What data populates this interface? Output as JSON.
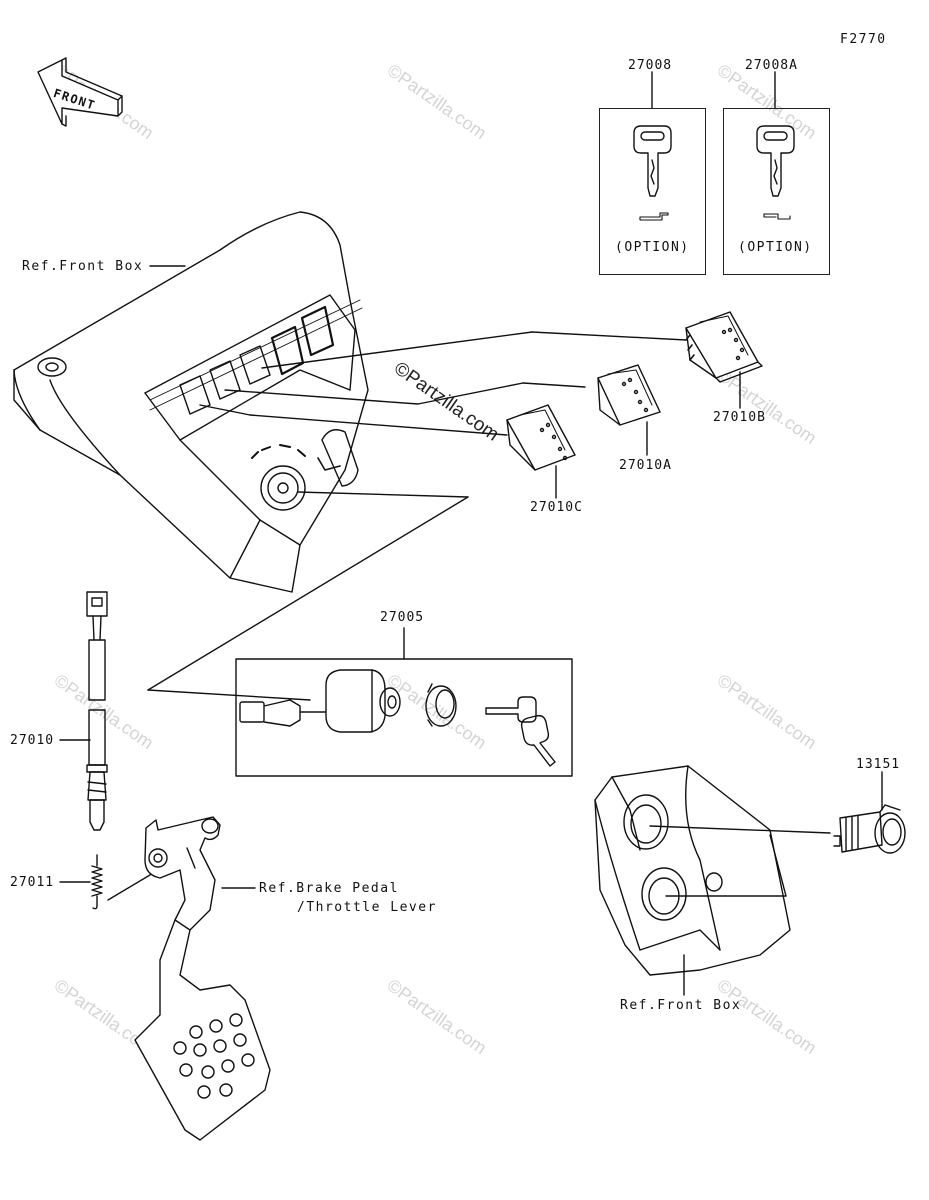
{
  "figure_code": "F2770",
  "front_arrow": "FRONT",
  "watermark": "©Partzilla.com",
  "watermark_main": "©Partzilla.com",
  "labels": {
    "ref_front_box_top": "Ref.Front Box",
    "ref_front_box_bottom": "Ref.Front Box",
    "ref_brake_pedal_line1": "Ref.Brake Pedal",
    "ref_brake_pedal_line2": "/Throttle Lever"
  },
  "parts": {
    "p27008": "27008",
    "p27008A": "27008A",
    "p27010B": "27010B",
    "p27010A": "27010A",
    "p27010C": "27010C",
    "p27005": "27005",
    "p27010": "27010",
    "p27011": "27011",
    "p13151": "13151"
  },
  "option_text": "(OPTION)",
  "option_text_b": "(OPTION)"
}
